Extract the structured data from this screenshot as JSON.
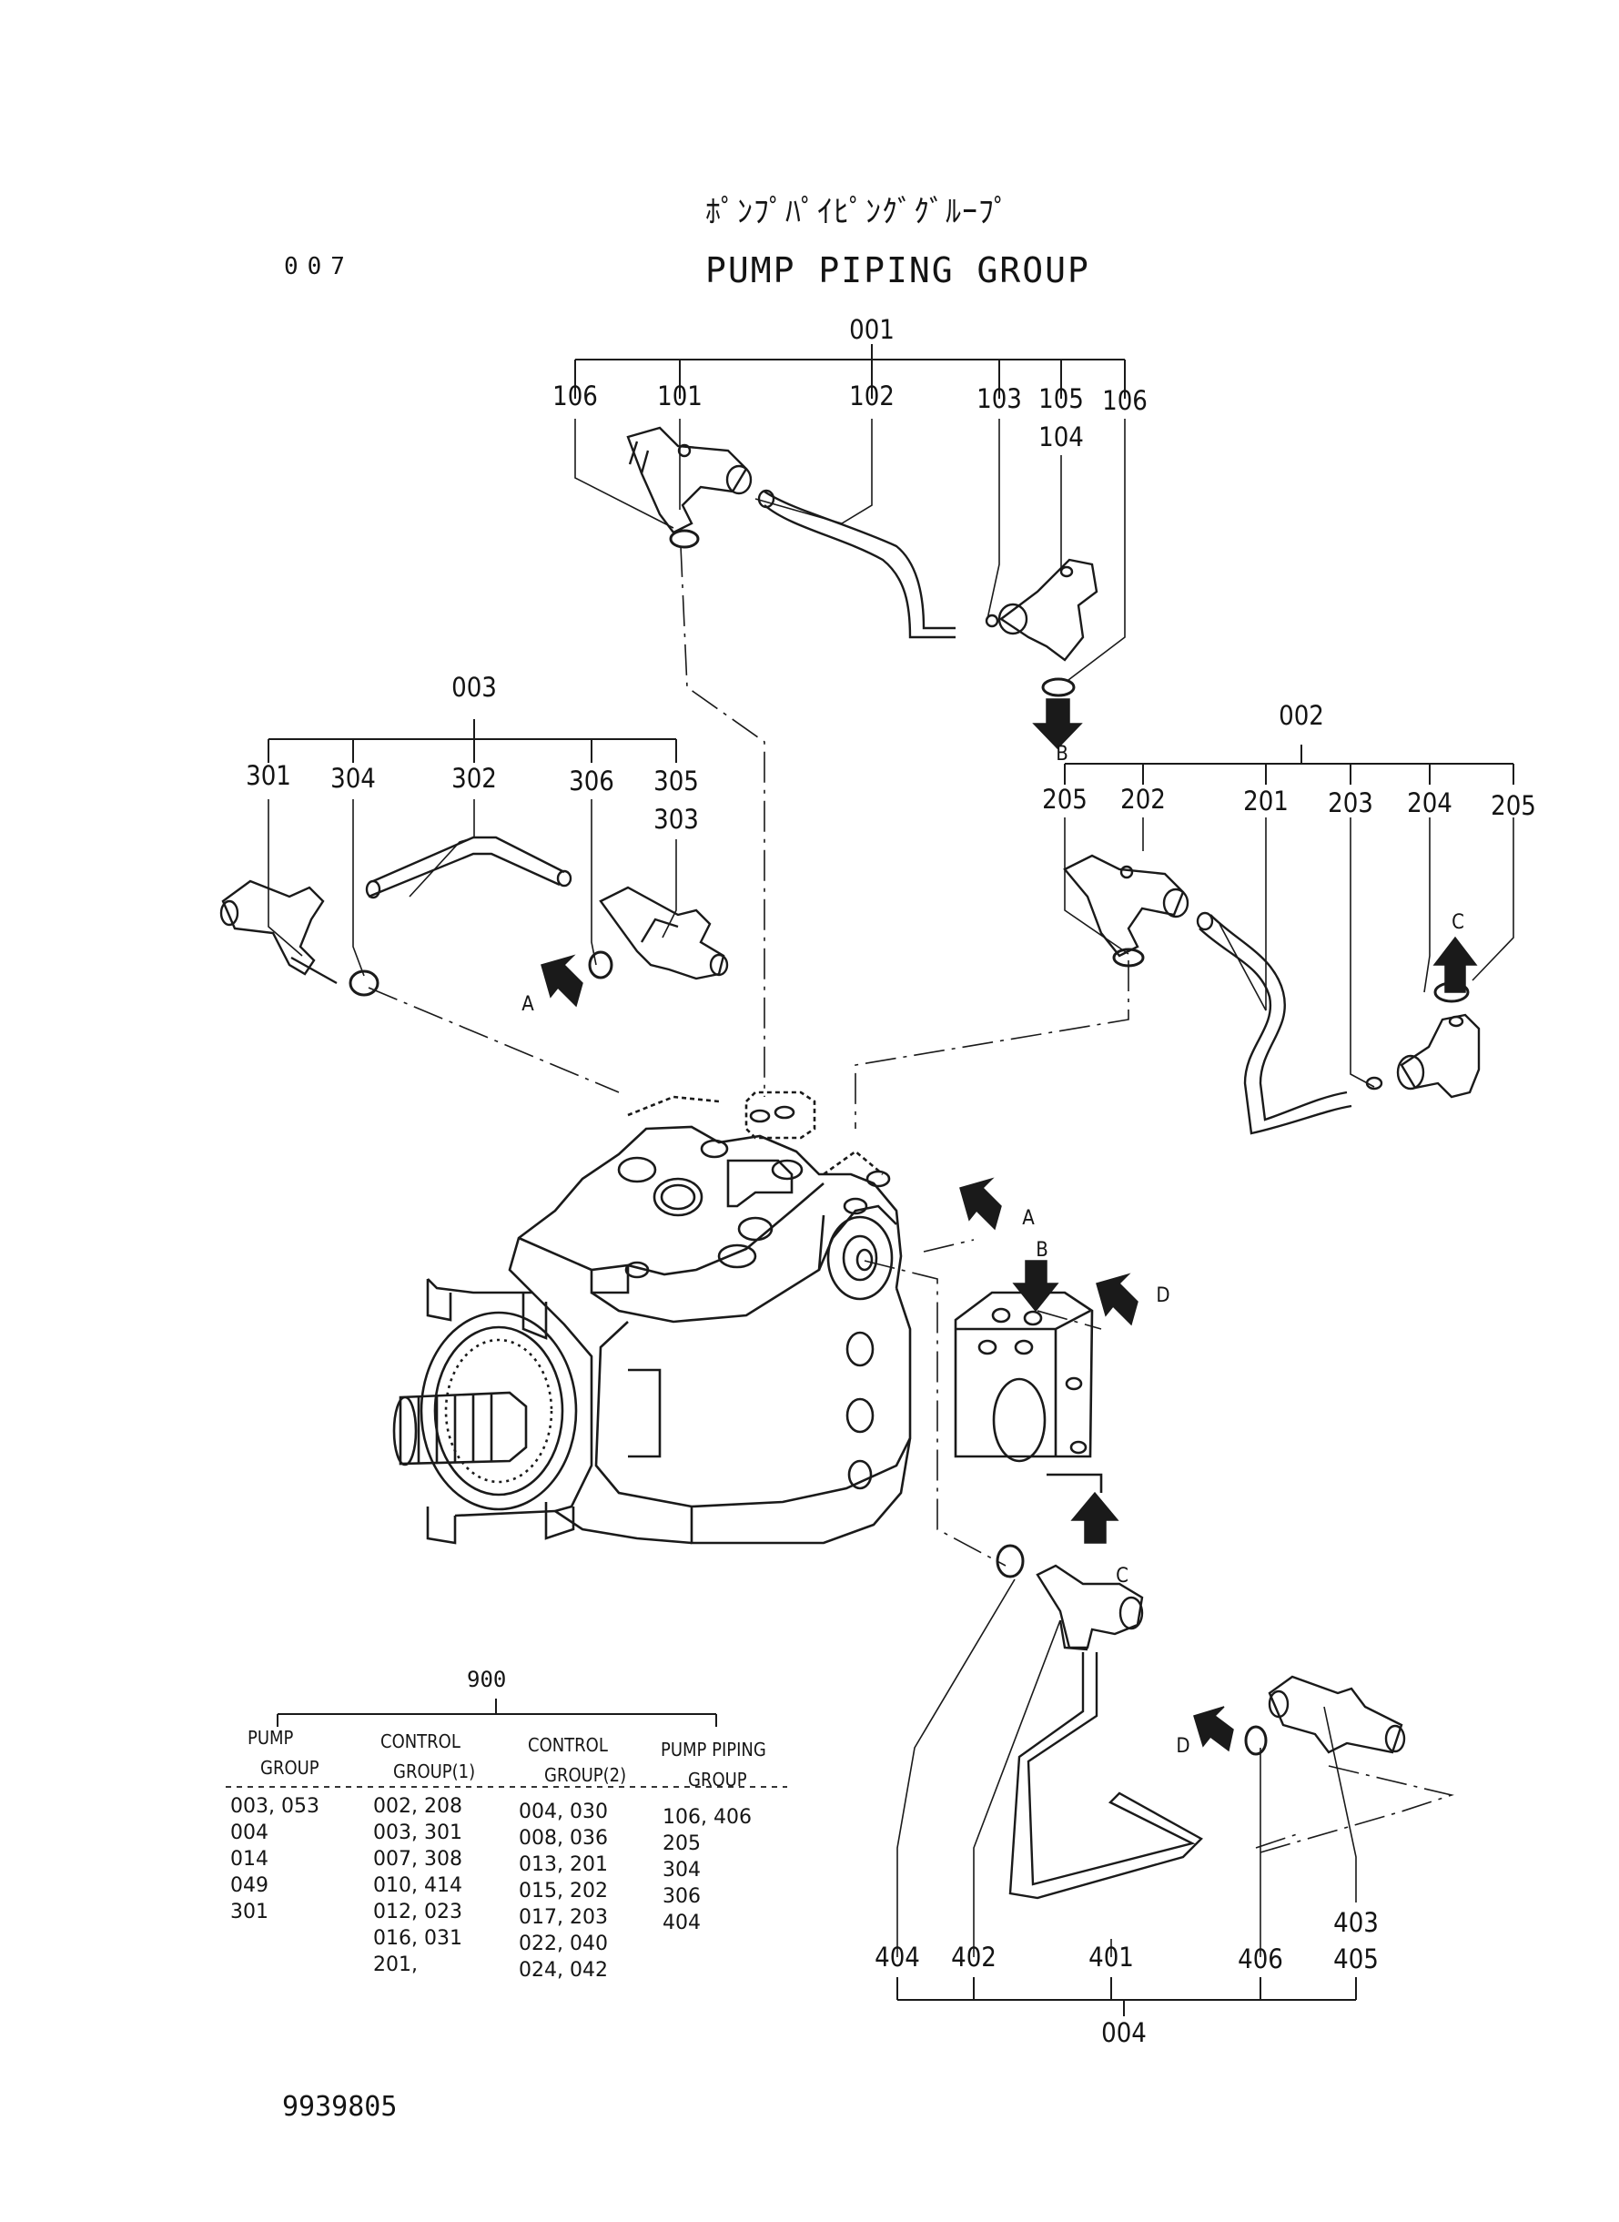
{
  "header": {
    "page_number": "007",
    "title_jp": "ﾎﾟﾝﾌﾟﾊﾟｲﾋﾟﾝｸﾞｸﾞﾙｰﾌﾟ",
    "title_en": "PUMP PIPING GROUP"
  },
  "callouts": {
    "group_001": "001",
    "group_002": "002",
    "group_003": "003",
    "group_004": "004",
    "p101": "101",
    "p102": "102",
    "p103": "103",
    "p104": "104",
    "p105": "105",
    "p106a": "106",
    "p106b": "106",
    "p201": "201",
    "p202": "202",
    "p203": "203",
    "p204": "204",
    "p205a": "205",
    "p205b": "205",
    "p301": "301",
    "p302": "302",
    "p303": "303",
    "p304": "304",
    "p305": "305",
    "p306": "306",
    "p401": "401",
    "p402": "402",
    "p403": "403",
    "p404": "404",
    "p405": "405",
    "p406": "406"
  },
  "view_markers": {
    "a1": "A",
    "a2": "A",
    "b1": "B",
    "b2": "B",
    "c1": "C",
    "c2": "C",
    "d1": "D",
    "d2": "D"
  },
  "table": {
    "code": "900",
    "headers": {
      "pump_group": [
        "PUMP",
        "GROUP"
      ],
      "control_group_1": [
        "CONTROL",
        "GROUP(1)"
      ],
      "control_group_2": [
        "CONTROL",
        "GROUP(2)"
      ],
      "pump_piping_group": [
        "PUMP PIPING",
        "GROUP"
      ]
    },
    "columns": {
      "pump_group": [
        "003, 053",
        "004",
        "014",
        "049",
        "301"
      ],
      "control_group_1": [
        "002, 208",
        "003, 301",
        "007, 308",
        "010, 414",
        "012, 023",
        "016, 031",
        "201,"
      ],
      "control_group_2": [
        "004, 030",
        "008, 036",
        "013, 201",
        "015, 202",
        "017, 203",
        "022, 040",
        "024, 042"
      ],
      "pump_piping_group": [
        "106, 406",
        "205",
        "304",
        "306",
        "404"
      ]
    }
  },
  "footer": {
    "document_number": "9939805"
  }
}
